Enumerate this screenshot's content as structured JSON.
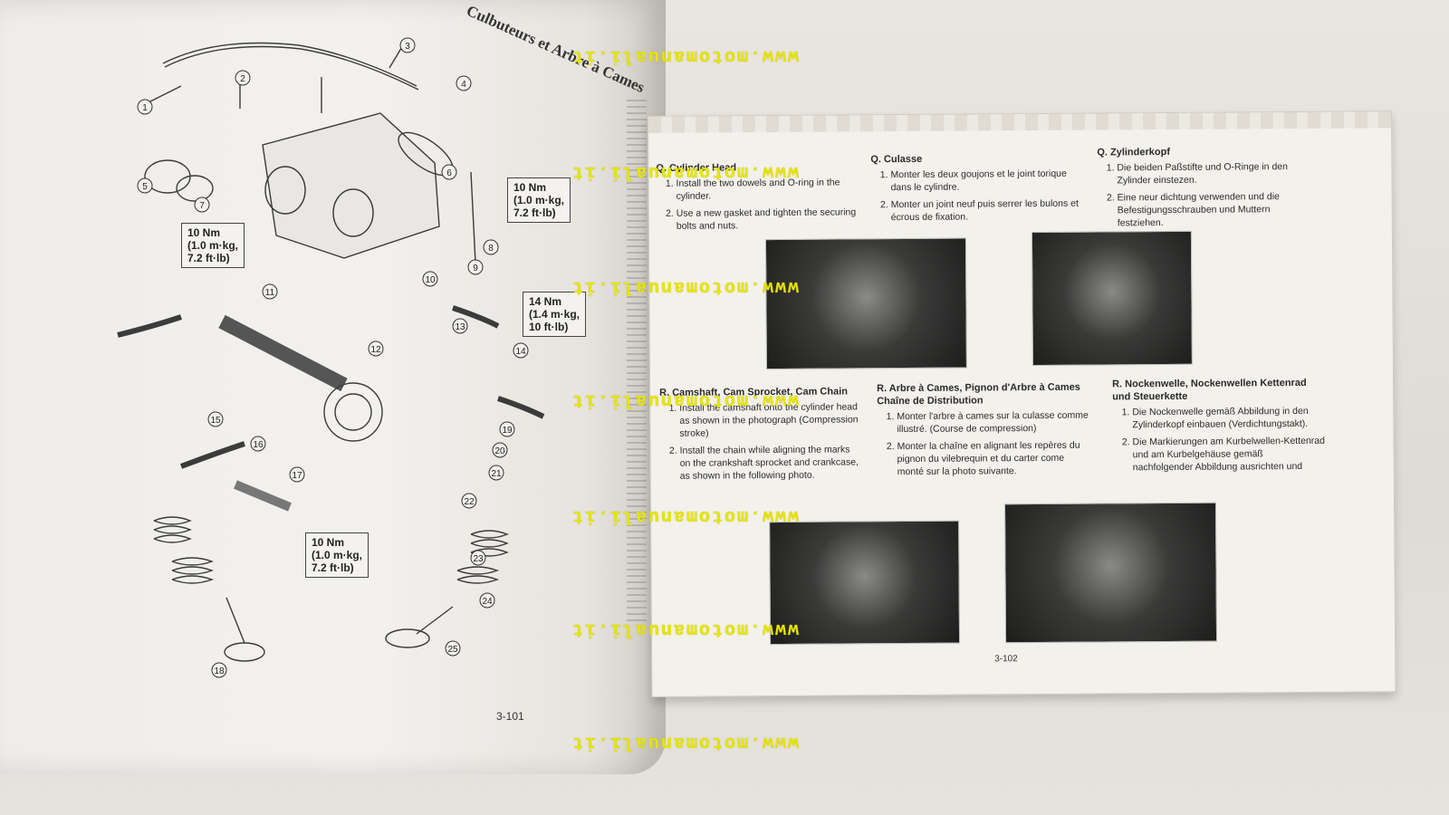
{
  "left_page": {
    "header": "Culbuteurs et Arbre à Cames",
    "callouts": [
      "10 Nm\n(1.0 m·kg,\n7.2 ft·lb)",
      "10 Nm\n(1.0 m·kg,\n7.2 ft·lb)",
      "14 Nm\n(1.4 m·kg,\n10 ft·lb)",
      "10 Nm\n(1.0 m·kg,\n7.2 ft·lb)"
    ],
    "part_numbers": [
      "1",
      "2",
      "3",
      "4",
      "5",
      "6",
      "7",
      "8",
      "9",
      "10",
      "11",
      "12",
      "13",
      "14",
      "15",
      "16",
      "17",
      "18",
      "19",
      "20",
      "21",
      "22",
      "23",
      "24",
      "25"
    ],
    "page_number": "3-101"
  },
  "right_page": {
    "sections": [
      {
        "title": "Q. Cylinder Head",
        "items": [
          "Install the two dowels and O-ring in the cylinder.",
          "Use a new gasket and tighten the securing bolts and nuts."
        ]
      },
      {
        "title": "Q. Culasse",
        "items": [
          "Monter les deux goujons et le joint torique dans le cylindre.",
          "Monter un joint neuf puis serrer les bulons et écrous de fixation."
        ]
      },
      {
        "title": "Q. Zylinderkopf",
        "items": [
          "Die beiden Paßstifte und O-Ringe in den Zylinder einstezen.",
          "Eine neur dichtung verwenden und die Befestigungsschrauben und Muttern festziehen."
        ]
      },
      {
        "title": "R. Camshaft, Cam Sprocket, Cam Chain",
        "items": [
          "Install the camshaft onto the cylinder head as shown in the photograph (Compression stroke)",
          "Install the chain while aligning the marks on the crankshaft sprocket and crankcase, as shown in the following photo."
        ]
      },
      {
        "title": "R. Arbre à Cames, Pignon d'Arbre à Cames Chaîne de Distribution",
        "items": [
          "Monter l'arbre à cames sur la culasse comme illustré. (Course de compression)",
          "Monter la chaîne en alignant les repères du pignon du vilebrequin et du carter come monté sur la photo suivante."
        ]
      },
      {
        "title": "R. Nockenwelle, Nockenwellen Kettenrad und Steuerkette",
        "items": [
          "Die Nockenwelle gemäß Abbildung in den Zylinderkopf einbauen (Verdichtungstakt).",
          "Die Markierungen am Kurbelwellen-Kettenrad und am Kurbelgehäuse gemäß nachfolgender Abbildung ausrichten und"
        ]
      }
    ],
    "page_number": "3-102"
  },
  "watermark": "www.motomanuali.it",
  "colors": {
    "watermark": "#e6e600",
    "paper": "#f3f1ec"
  }
}
